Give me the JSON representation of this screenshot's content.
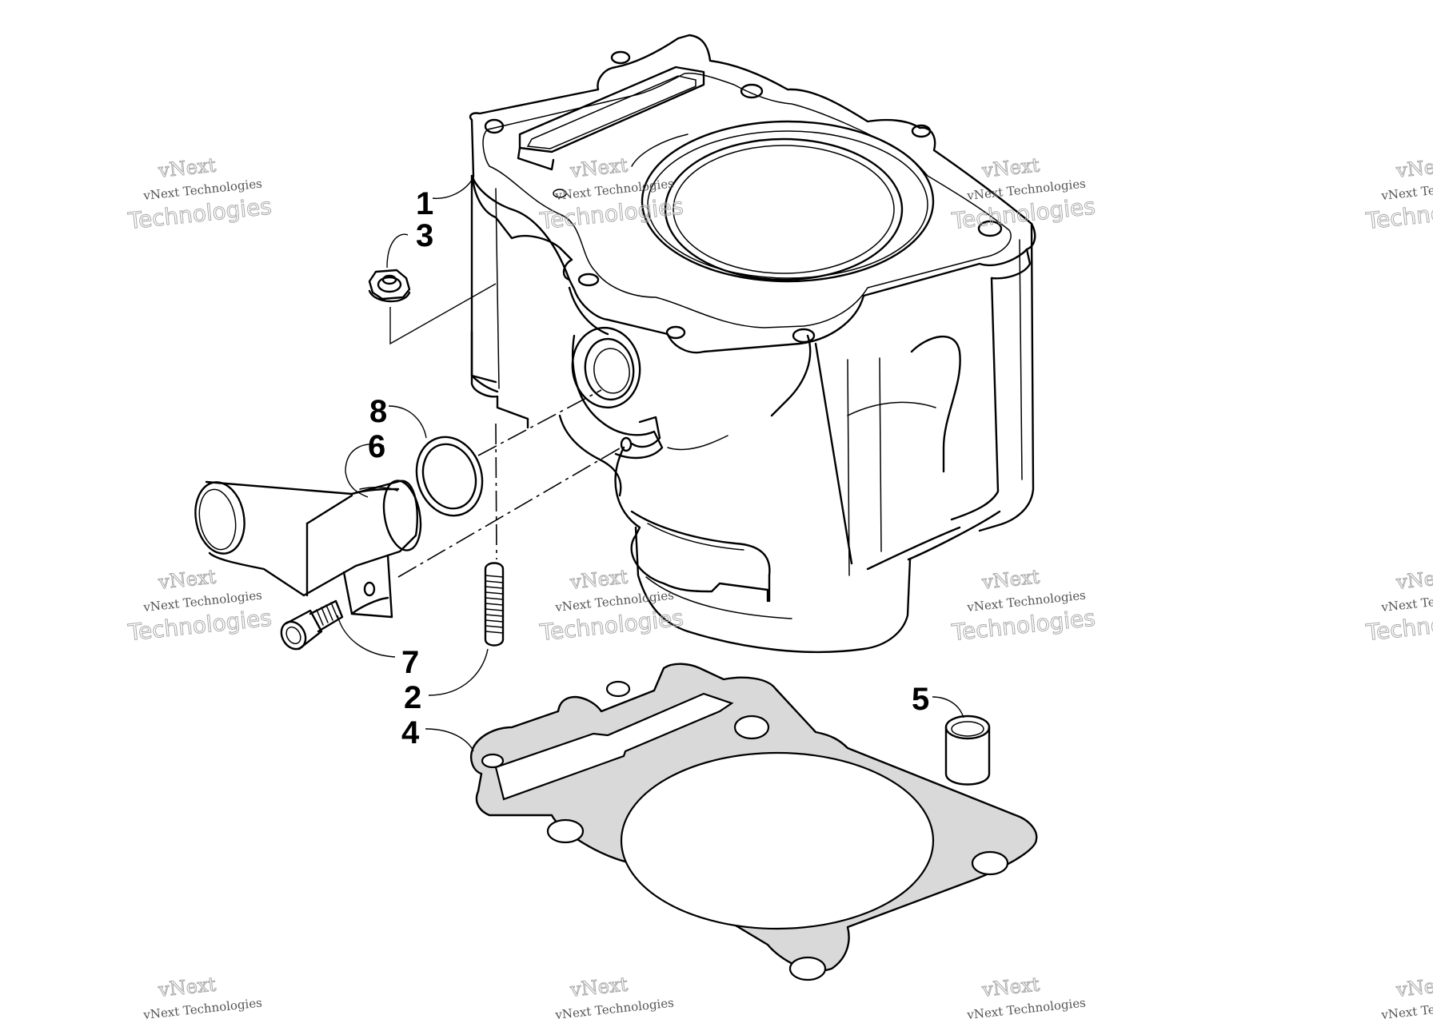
{
  "callouts": {
    "c1": "1",
    "c2": "2",
    "c3": "3",
    "c4": "4",
    "c5": "5",
    "c6": "6",
    "c7": "7",
    "c8": "8"
  },
  "watermark": {
    "line_small": "vNext Technologies",
    "line_big": "Technologies",
    "line_top": "vNext"
  }
}
